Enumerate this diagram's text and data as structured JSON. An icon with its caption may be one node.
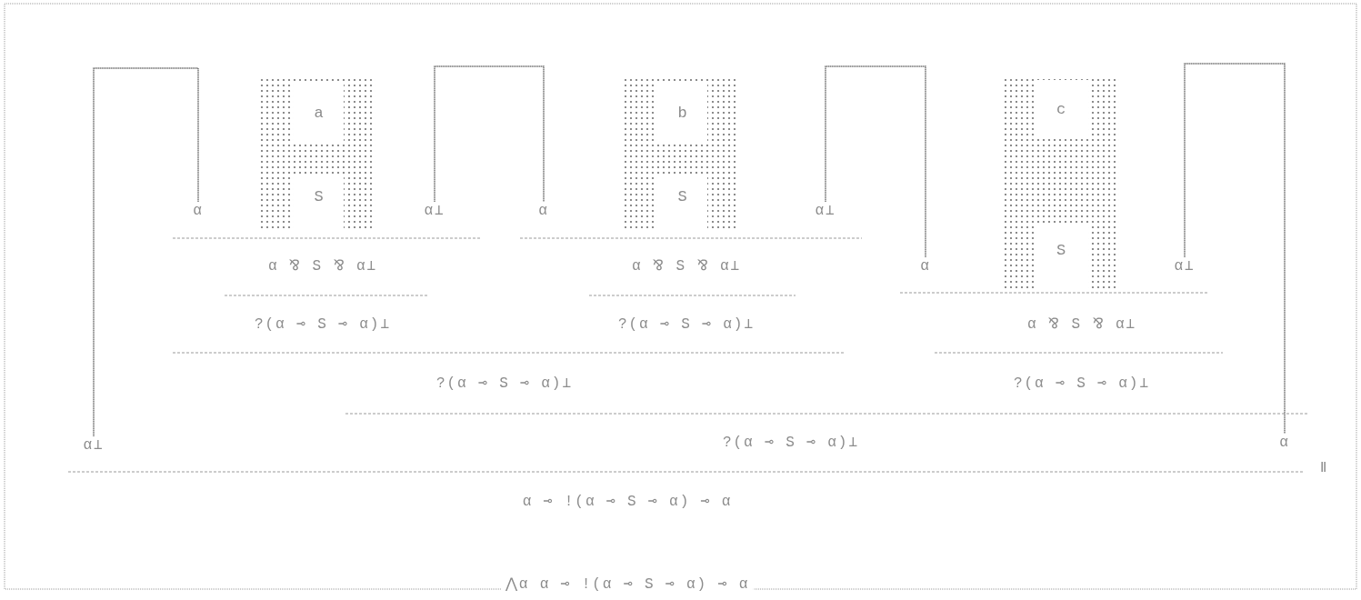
{
  "diagram": {
    "nodes": [
      {
        "text": [
          "α"
        ]
      },
      {
        "text": [
          "a",
          "S"
        ]
      },
      {
        "text": [
          "α⊥"
        ]
      },
      {
        "text": [
          "α"
        ]
      },
      {
        "text": [
          "b",
          "S"
        ]
      },
      {
        "text": [
          "α⊥"
        ]
      },
      {
        "text": [
          "α ⅋ S ⅋ α⊥"
        ]
      },
      {
        "text": [
          "α ⅋ S ⅋ α⊥"
        ]
      },
      {
        "text": [
          "α"
        ]
      },
      {
        "text": [
          "c",
          "S"
        ]
      },
      {
        "text": [
          "α⊥"
        ]
      },
      {
        "text": [
          "?(α ⊸ S ⊸ α)⊥"
        ]
      },
      {
        "text": [
          "?(α ⊸ S ⊸ α)⊥"
        ]
      },
      {
        "text": [
          "α ⅋ S ⅋ α⊥"
        ]
      },
      {
        "text": [
          "?(α ⊸ S ⊸ α)⊥"
        ]
      },
      {
        "text": [
          "?(α ⊸ S ⊸ α)⊥"
        ]
      },
      {
        "text": [
          "α⊥"
        ]
      },
      {
        "text": [
          "?(α ⊸ S ⊸ α)⊥"
        ]
      },
      {
        "text": [
          "α"
        ]
      },
      {
        "text": [
          "α ⊸ !(α ⊸ S ⊸ α) ⊸ α"
        ]
      },
      {
        "text": [
          "⋀α α ⊸ !(α ⊸ S ⊸ α) ⊸ α"
        ]
      }
    ],
    "edges": [
      {
        "from": 16,
        "to": 0,
        "arrow": "none"
      },
      {
        "from": 2,
        "to": 3,
        "arrow": "none"
      },
      {
        "from": 5,
        "to": 8,
        "arrow": "none"
      },
      {
        "from": 10,
        "to": 18,
        "arrow": "none"
      }
    ],
    "labels": [
      "Ⅱ"
    ]
  }
}
